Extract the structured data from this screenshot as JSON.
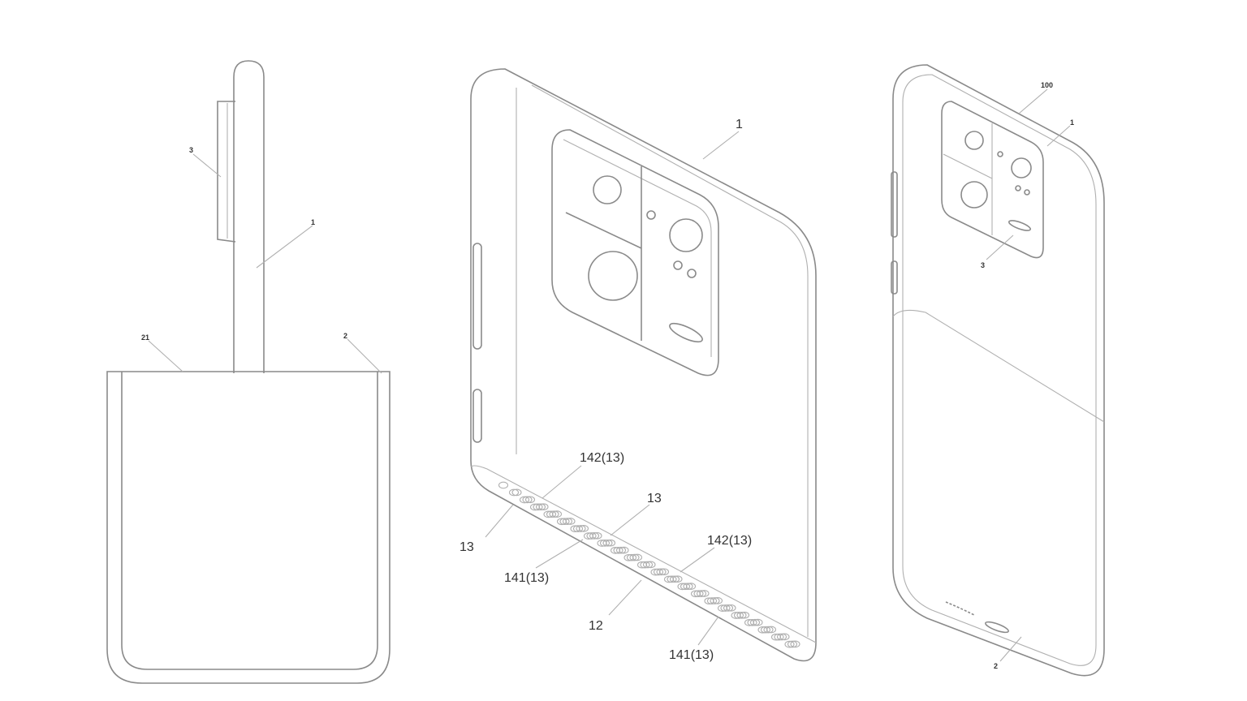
{
  "figure_left": {
    "labels": {
      "camera": "3",
      "body": "1",
      "case_rim": "21",
      "case": "2"
    }
  },
  "figure_middle": {
    "labels": {
      "body": "1",
      "hole_a_top": "142(13)",
      "hole_left": "13",
      "hole_mid": "13",
      "hole_a_right": "142(13)",
      "hole_b_left": "141(13)",
      "bottom_face": "12",
      "hole_b_bottom": "141(13)"
    }
  },
  "figure_right": {
    "labels": {
      "assembly": "100",
      "body": "1",
      "camera": "3",
      "case": "2"
    }
  }
}
